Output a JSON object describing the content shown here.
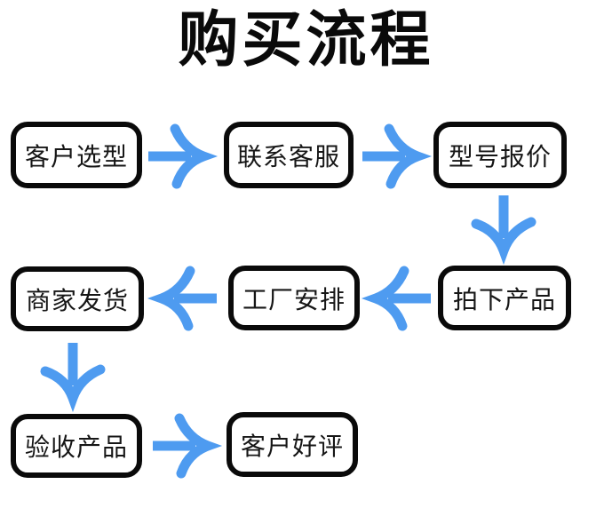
{
  "title": "购买流程",
  "colors": {
    "arrow_blue": "#4E9BF0",
    "box_border": "#0A0A0A",
    "box_background": "#FFFFFF",
    "text": "#161616"
  },
  "steps": [
    {
      "order": 1,
      "label": "客户选型"
    },
    {
      "order": 2,
      "label": "联系客服"
    },
    {
      "order": 3,
      "label": "型号报价"
    },
    {
      "order": 4,
      "label": "拍下产品"
    },
    {
      "order": 5,
      "label": "工厂安排"
    },
    {
      "order": 6,
      "label": "商家发货"
    },
    {
      "order": 7,
      "label": "验收产品"
    },
    {
      "order": 8,
      "label": "客户好评"
    }
  ],
  "arrows": [
    {
      "from": "客户选型",
      "to": "联系客服",
      "direction": "right"
    },
    {
      "from": "联系客服",
      "to": "型号报价",
      "direction": "right"
    },
    {
      "from": "型号报价",
      "to": "拍下产品",
      "direction": "down"
    },
    {
      "from": "拍下产品",
      "to": "工厂安排",
      "direction": "left"
    },
    {
      "from": "工厂安排",
      "to": "商家发货",
      "direction": "left"
    },
    {
      "from": "商家发货",
      "to": "验收产品",
      "direction": "down"
    },
    {
      "from": "验收产品",
      "to": "客户好评",
      "direction": "right"
    }
  ]
}
